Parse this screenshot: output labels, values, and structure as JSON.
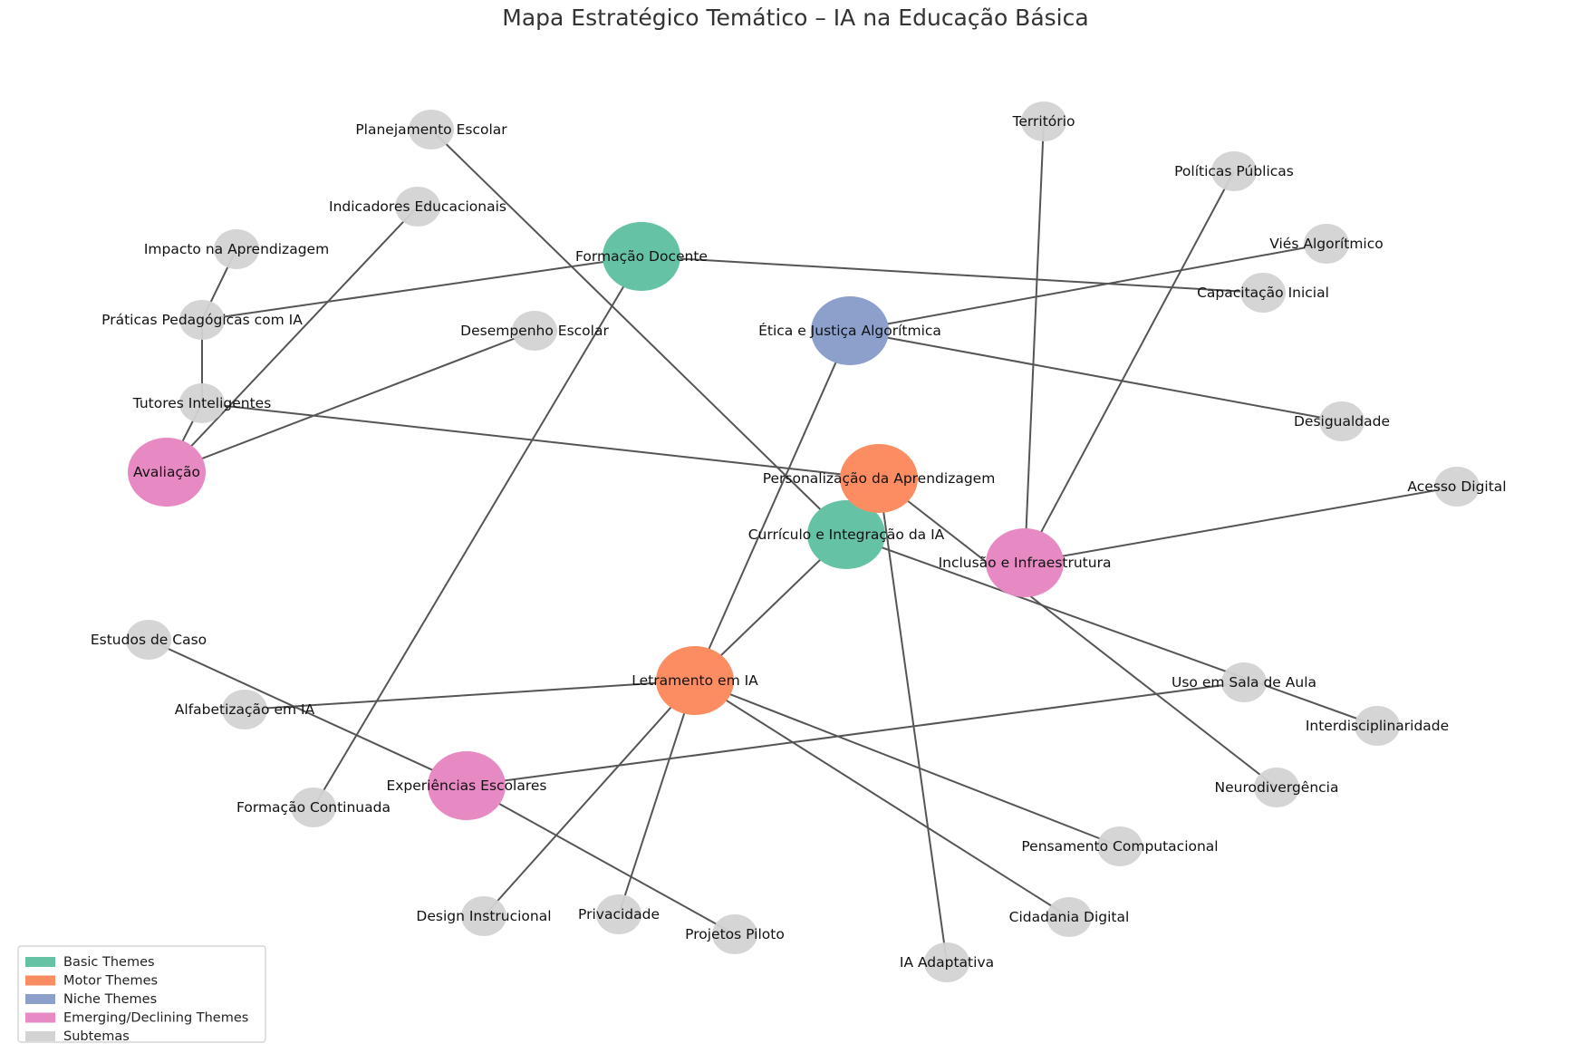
{
  "title": "Mapa Estratégico Temático – IA na Educação Básica",
  "colors": {
    "basic": "#66c2a5",
    "motor": "#fc8d62",
    "niche": "#8da0cb",
    "emerging": "#e78ac3",
    "sub": "#d3d3d3",
    "edge": "#555555"
  },
  "legend": [
    {
      "category": "basic",
      "label": "Basic Themes"
    },
    {
      "category": "motor",
      "label": "Motor Themes"
    },
    {
      "category": "niche",
      "label": "Niche Themes"
    },
    {
      "category": "emerging",
      "label": "Emerging/Declining Themes"
    },
    {
      "category": "sub",
      "label": "Subtemas"
    }
  ],
  "nodes": [
    {
      "id": "formacao_docente",
      "label": "Formação Docente",
      "category": "basic"
    },
    {
      "id": "curriculo",
      "label": "Currículo e Integração da IA",
      "category": "basic"
    },
    {
      "id": "personalizacao",
      "label": "Personalização da Aprendizagem",
      "category": "motor"
    },
    {
      "id": "letramento",
      "label": "Letramento em IA",
      "category": "motor"
    },
    {
      "id": "etica",
      "label": "Ética e Justiça Algorítmica",
      "category": "niche"
    },
    {
      "id": "avaliacao",
      "label": "Avaliação",
      "category": "emerging"
    },
    {
      "id": "inclusao",
      "label": "Inclusão e Infraestrutura",
      "category": "emerging"
    },
    {
      "id": "experiencias",
      "label": "Experiências Escolares",
      "category": "emerging"
    },
    {
      "id": "planejamento",
      "label": "Planejamento Escolar",
      "category": "sub"
    },
    {
      "id": "territorio",
      "label": "Território",
      "category": "sub"
    },
    {
      "id": "politicas",
      "label": "Políticas Públicas",
      "category": "sub"
    },
    {
      "id": "indicadores",
      "label": "Indicadores Educacionais",
      "category": "sub"
    },
    {
      "id": "impacto",
      "label": "Impacto na Aprendizagem",
      "category": "sub"
    },
    {
      "id": "vies",
      "label": "Viés Algorítmico",
      "category": "sub"
    },
    {
      "id": "capacitacao",
      "label": "Capacitação Inicial",
      "category": "sub"
    },
    {
      "id": "praticas",
      "label": "Práticas Pedagógicas com IA",
      "category": "sub"
    },
    {
      "id": "desempenho",
      "label": "Desempenho Escolar",
      "category": "sub"
    },
    {
      "id": "tutores",
      "label": "Tutores Inteligentes",
      "category": "sub"
    },
    {
      "id": "desigualdade",
      "label": "Desigualdade",
      "category": "sub"
    },
    {
      "id": "acesso",
      "label": "Acesso Digital",
      "category": "sub"
    },
    {
      "id": "estudos",
      "label": "Estudos de Caso",
      "category": "sub"
    },
    {
      "id": "uso_sala",
      "label": "Uso em Sala de Aula",
      "category": "sub"
    },
    {
      "id": "alfabetizacao",
      "label": "Alfabetização em IA",
      "category": "sub"
    },
    {
      "id": "interdisciplinaridade",
      "label": "Interdisciplinaridade",
      "category": "sub"
    },
    {
      "id": "neurodivergencia",
      "label": "Neurodivergência",
      "category": "sub"
    },
    {
      "id": "formacao_continuada",
      "label": "Formação Continuada",
      "category": "sub"
    },
    {
      "id": "pensamento",
      "label": "Pensamento Computacional",
      "category": "sub"
    },
    {
      "id": "design",
      "label": "Design Instrucional",
      "category": "sub"
    },
    {
      "id": "privacidade",
      "label": "Privacidade",
      "category": "sub"
    },
    {
      "id": "cidadania",
      "label": "Cidadania Digital",
      "category": "sub"
    },
    {
      "id": "projetos",
      "label": "Projetos Piloto",
      "category": "sub"
    },
    {
      "id": "ia_adaptativa",
      "label": "IA Adaptativa",
      "category": "sub"
    }
  ],
  "edges": [
    [
      "formacao_docente",
      "praticas"
    ],
    [
      "formacao_docente",
      "capacitacao"
    ],
    [
      "formacao_docente",
      "formacao_continuada"
    ],
    [
      "curriculo",
      "planejamento"
    ],
    [
      "curriculo",
      "letramento"
    ],
    [
      "curriculo",
      "interdisciplinaridade"
    ],
    [
      "personalizacao",
      "tutores"
    ],
    [
      "personalizacao",
      "ia_adaptativa"
    ],
    [
      "personalizacao",
      "neurodivergencia"
    ],
    [
      "letramento",
      "etica"
    ],
    [
      "letramento",
      "alfabetizacao"
    ],
    [
      "letramento",
      "pensamento"
    ],
    [
      "letramento",
      "cidadania"
    ],
    [
      "letramento",
      "design"
    ],
    [
      "letramento",
      "privacidade"
    ],
    [
      "etica",
      "vies"
    ],
    [
      "etica",
      "desigualdade"
    ],
    [
      "avaliacao",
      "indicadores"
    ],
    [
      "avaliacao",
      "desempenho"
    ],
    [
      "avaliacao",
      "tutores"
    ],
    [
      "tutores",
      "praticas"
    ],
    [
      "praticas",
      "impacto"
    ],
    [
      "inclusao",
      "territorio"
    ],
    [
      "inclusao",
      "politicas"
    ],
    [
      "inclusao",
      "acesso"
    ],
    [
      "experiencias",
      "estudos"
    ],
    [
      "experiencias",
      "uso_sala"
    ],
    [
      "experiencias",
      "projetos"
    ]
  ]
}
